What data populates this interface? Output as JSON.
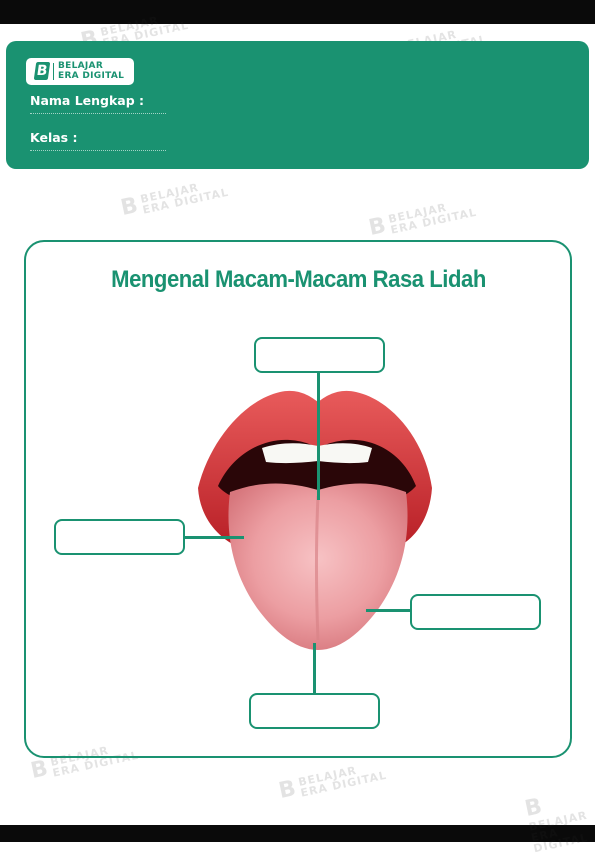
{
  "brand": {
    "line1": "BELAJAR",
    "line2": "ERA DIGITAL",
    "mark": "B"
  },
  "form": {
    "name_label": "Nama Lengkap :",
    "class_label": "Kelas :"
  },
  "worksheet": {
    "title": "Mengenal Macam-Macam Rasa Lidah"
  },
  "colors": {
    "accent": "#1a9271",
    "lip": "#c42a2e",
    "tongue": "#e78c90"
  },
  "illustration": "mouth-with-tongue"
}
